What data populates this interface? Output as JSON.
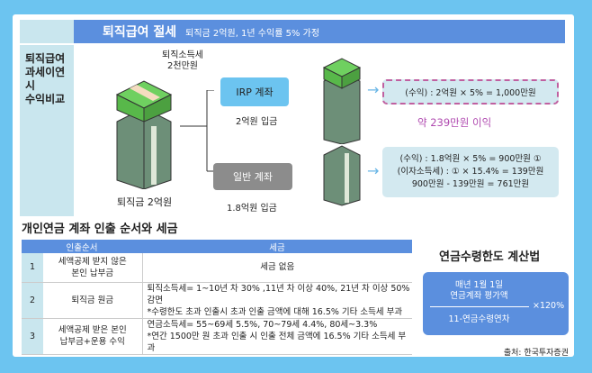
{
  "header": {
    "title": "퇴직급여 절세",
    "subtitle": "퇴직금 2억원, 1년 수익률 5% 가정"
  },
  "side_label": [
    "퇴직급여",
    "과세이연 시",
    "수익비교"
  ],
  "diagram": {
    "tax_label": [
      "퇴직소득세",
      "2천만원"
    ],
    "source_label": "퇴직금 2억원",
    "irp": {
      "label": "IRP 계좌",
      "deposit": "2억원 입금",
      "result": "(수익) : 2억원 × 5% = 1,000만원"
    },
    "general": {
      "label": "일반 계좌",
      "deposit": "1.8억원 입금",
      "result": [
        "(수익) : 1.8억원 × 5% = 900만원 ①",
        "(이자소득세) : ① × 15.4% = 139만원",
        "900만원 - 139만원 = 761만원"
      ]
    },
    "profit": "약 239만원 이익"
  },
  "table": {
    "title": "개인연금 계좌 인출 순서와 세금",
    "headers": [
      "인출순서",
      "세금"
    ],
    "rows": [
      {
        "n": "1",
        "order": [
          "세액공제 받지 않은",
          "본인 납부금"
        ],
        "tax": [
          "세금 없음"
        ]
      },
      {
        "n": "2",
        "order": [
          "퇴직금 원금"
        ],
        "tax": [
          "퇴직소득세= 1~10년 차 30% ,11년 차 이상 40%, 21년 차 이상 50% 감면",
          "*수령한도 초과 인출시 초과 인출 금액에 대해 16.5% 기타 소득세 부과"
        ]
      },
      {
        "n": "3",
        "order": [
          "세액공제 받은 본인",
          "납부금+운용 수익"
        ],
        "tax": [
          "연금소득세= 55~69세 5.5%, 70~79세 4.4%, 80세~3.3%",
          "*연간 1500만 원 초과 인출 시 인출 전체 금액에 16.5% 기타 소득세 부과"
        ]
      }
    ]
  },
  "limit": {
    "title": "연금수령한도 계산법",
    "numerator": [
      "매년 1월 1일",
      "연금계좌 평가액"
    ],
    "denominator": "11-연금수령연차",
    "multiplier": "×120%"
  },
  "source": "출처: 한국투자증권",
  "colors": {
    "background": "#6cc4f0",
    "header": "#5b8fde",
    "side": "#c9e6ee",
    "money": "#6fd060",
    "stack": "#6d8f78"
  }
}
